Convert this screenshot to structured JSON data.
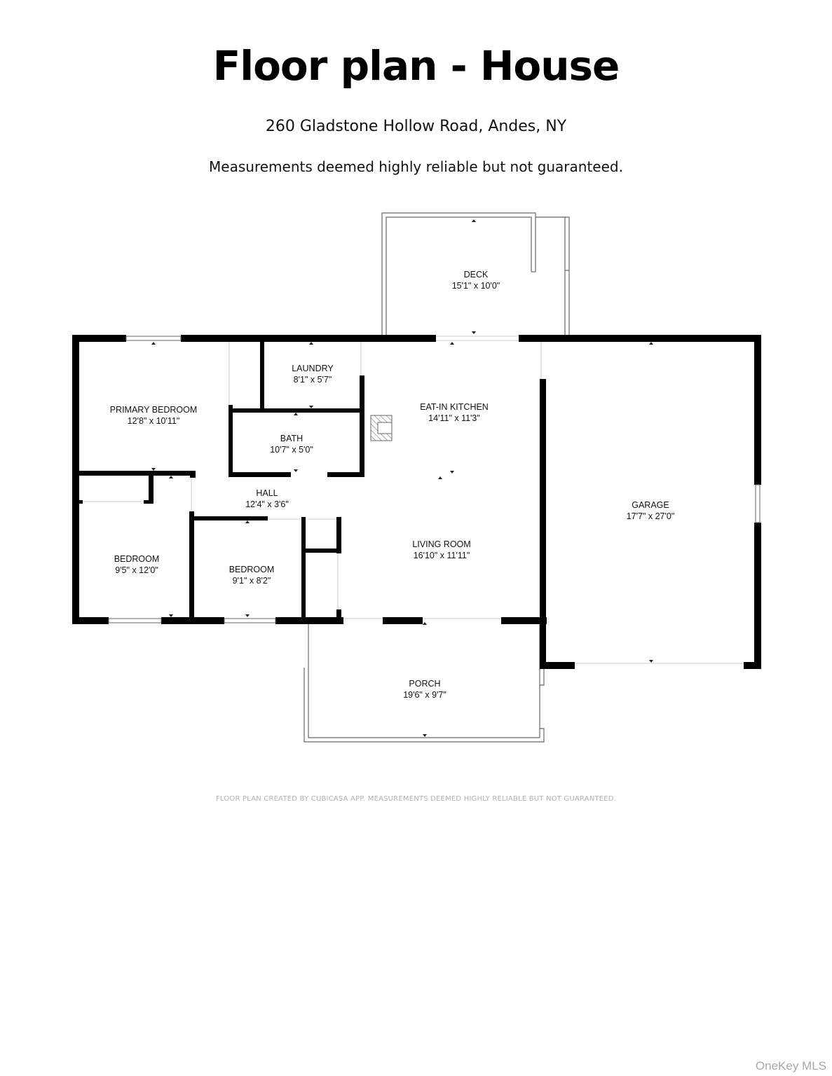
{
  "header": {
    "title": "Floor plan - House",
    "address": "260 Gladstone Hollow Road, Andes, NY",
    "disclaimer": "Measurements deemed highly reliable but not guaranteed."
  },
  "rooms": {
    "deck": {
      "name": "DECK",
      "size": "15'1\" x 10'0\""
    },
    "laundry": {
      "name": "LAUNDRY",
      "size": "8'1\" x 5'7\""
    },
    "primary_bedroom": {
      "name": "PRIMARY BEDROOM",
      "size": "12'8\" x 10'11\""
    },
    "bath": {
      "name": "BATH",
      "size": "10'7\" x 5'0\""
    },
    "kitchen": {
      "name": "EAT-IN KITCHEN",
      "size": "14'11\" x 11'3\""
    },
    "hall": {
      "name": "HALL",
      "size": "12'4\" x 3'6\""
    },
    "bedroom_1": {
      "name": "BEDROOM",
      "size": "9'5\" x 12'0\""
    },
    "bedroom_2": {
      "name": "BEDROOM",
      "size": "9'1\" x 8'2\""
    },
    "living_room": {
      "name": "LIVING ROOM",
      "size": "16'10\" x 11'11\""
    },
    "garage": {
      "name": "GARAGE",
      "size": "17'7\" x 27'0\""
    },
    "porch": {
      "name": "PORCH",
      "size": "19'6\" x 9'7\""
    }
  },
  "footer": {
    "note": "FLOOR PLAN CREATED BY CUBICASA APP. MEASUREMENTS DEEMED HIGHLY RELIABLE BUT NOT GUARANTEED.",
    "watermark": "OneKey MLS"
  },
  "colors": {
    "wall": "#000000",
    "thin_wall": "#777777",
    "footer_text": "#b0b0b0",
    "watermark": "#a8a8a8"
  }
}
